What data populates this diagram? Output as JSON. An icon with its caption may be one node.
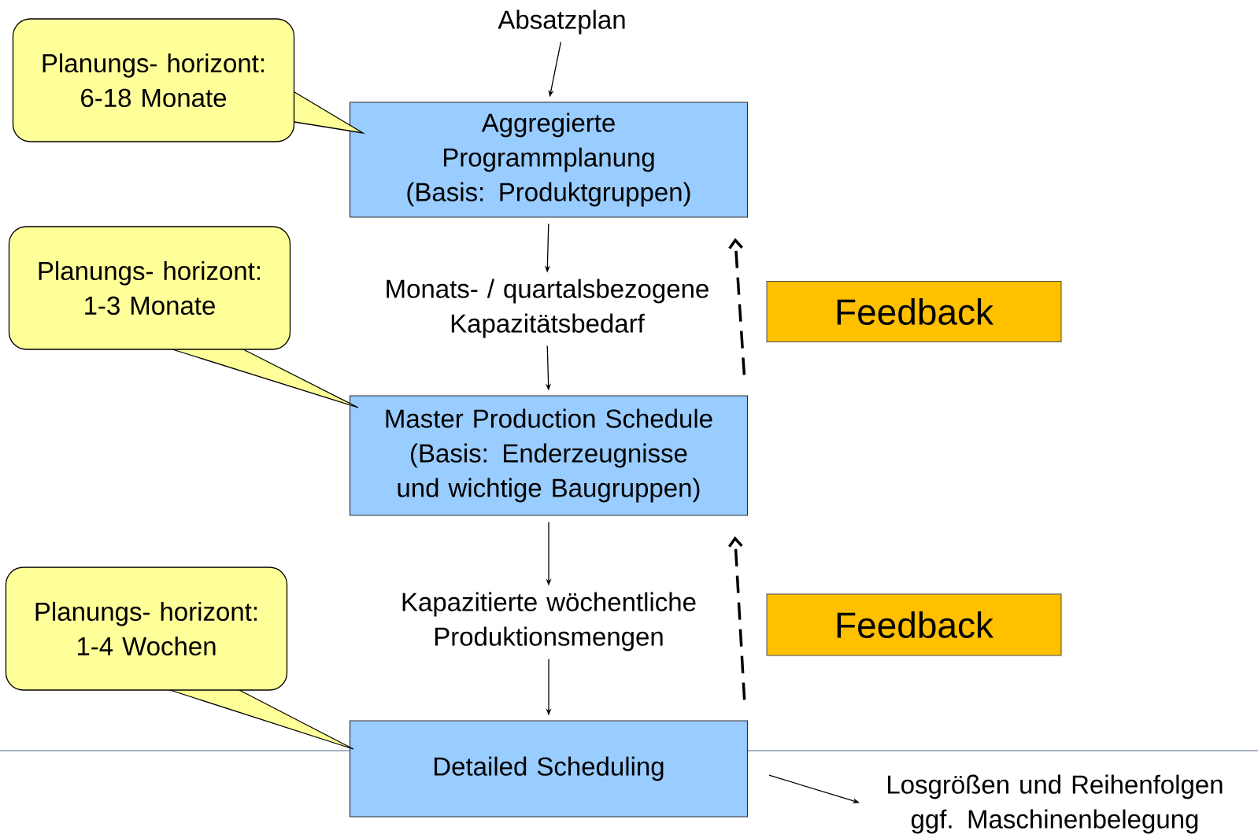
{
  "diagram": {
    "nodes": [
      {
        "text": [
          "Absatzplan"
        ]
      },
      {
        "text": [
          "Aggregierte Programmplanung (Basis: Produktgruppen)"
        ]
      },
      {
        "text": [
          "Monats- / quartalsbezogene Kapazitätsbedarf"
        ]
      },
      {
        "text": [
          "Master Production Schedule (Basis: Enderzeugnisse und wichtige Baugruppen)"
        ]
      },
      {
        "text": [
          "Kapazitierte wöchentliche Produktionsmengen"
        ]
      },
      {
        "text": [
          "Detailed Scheduling"
        ]
      },
      {
        "text": [
          "Losgrößen und Reihenfolgen ggf. Maschinenbelegung"
        ]
      },
      {
        "text": [
          "Feedback"
        ]
      },
      {
        "text": [
          "Feedback"
        ]
      },
      {
        "text": [
          "Planungs- horizont: 6-18 Monate"
        ]
      },
      {
        "text": [
          "Planungs- horizont: 1-3 Monate"
        ]
      },
      {
        "text": [
          "Planungs- horizont: 1-4 Wochen"
        ]
      }
    ],
    "edges": [
      {
        "from": 0,
        "to": 1,
        "arrow": "to"
      },
      {
        "from": 1,
        "to": 2,
        "arrow": "to"
      },
      {
        "from": 2,
        "to": 3,
        "arrow": "to"
      },
      {
        "from": 3,
        "to": 4,
        "arrow": "to"
      },
      {
        "from": 4,
        "to": 5,
        "arrow": "to"
      },
      {
        "from": 5,
        "to": 6,
        "arrow": "to"
      },
      {
        "from": 3,
        "to": 1,
        "arrow": "to",
        "style": "dashed"
      },
      {
        "from": 5,
        "to": 3,
        "arrow": "to",
        "style": "dashed"
      }
    ]
  }
}
